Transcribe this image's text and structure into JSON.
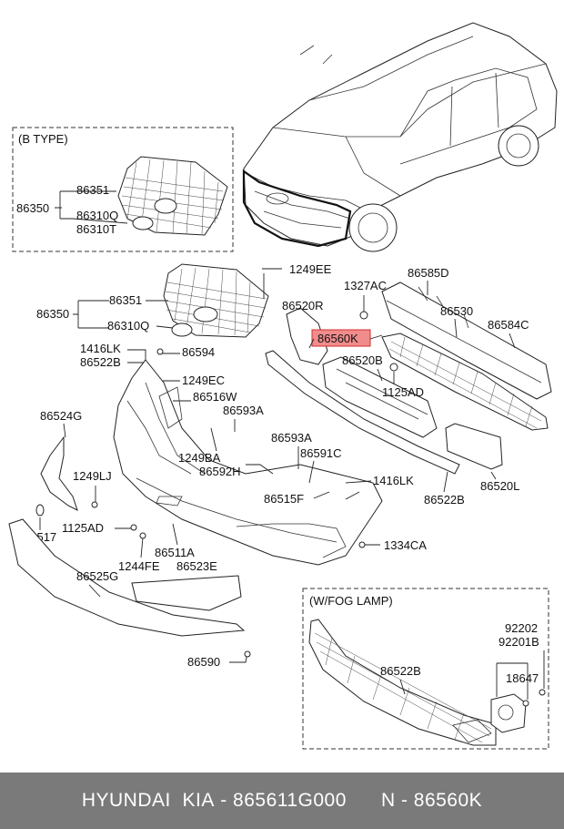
{
  "boxes": {
    "b_type": "(B TYPE)",
    "fog_lamp": "(W/FOG LAMP)"
  },
  "labels": {
    "b_86351": "86351",
    "b_86350": "86350",
    "b_86310Q": "86310Q",
    "b_86310T": "86310T",
    "l_1249EE": "1249EE",
    "l_86351": "86351",
    "l_86350": "86350",
    "l_86310Q": "86310Q",
    "l_1416LK_a": "1416LK",
    "l_86522B_a": "86522B",
    "l_86594": "86594",
    "l_1249EC": "1249EC",
    "l_86516W": "86516W",
    "l_86593A_a": "86593A",
    "l_86524G": "86524G",
    "l_1249BA": "1249BA",
    "l_86592H": "86592H",
    "l_86593A_b": "86593A",
    "l_86591C": "86591C",
    "l_1249LJ": "1249LJ",
    "l_1416LK_b": "1416LK",
    "l_86515F": "86515F",
    "l_86522B_b": "86522B",
    "l_86517": "86517",
    "l_1125AD_a": "1125AD",
    "l_86511A": "86511A",
    "l_1334CA": "1334CA",
    "l_1244FE": "1244FE",
    "l_86523E": "86523E",
    "l_86525G": "86525G",
    "l_86590": "86590",
    "l_1327AC": "1327AC",
    "l_86585D": "86585D",
    "l_86520R": "86520R",
    "l_86530": "86530",
    "l_86560K": "86560K",
    "l_86584C": "86584C",
    "l_86520B": "86520B",
    "l_1125AD_b": "1125AD",
    "l_86520L": "86520L",
    "f_92202": "92202",
    "f_92201B": "92201B",
    "f_18647": "18647",
    "f_86522B": "86522B"
  },
  "highlight": {
    "fill": "#f08c8c",
    "border": "#d03030"
  },
  "footer": {
    "brand": "HYUNDAI  KIA",
    "part_number": "865611G000",
    "reference": "N - 86560K",
    "separator": " - ",
    "gap": "      "
  }
}
